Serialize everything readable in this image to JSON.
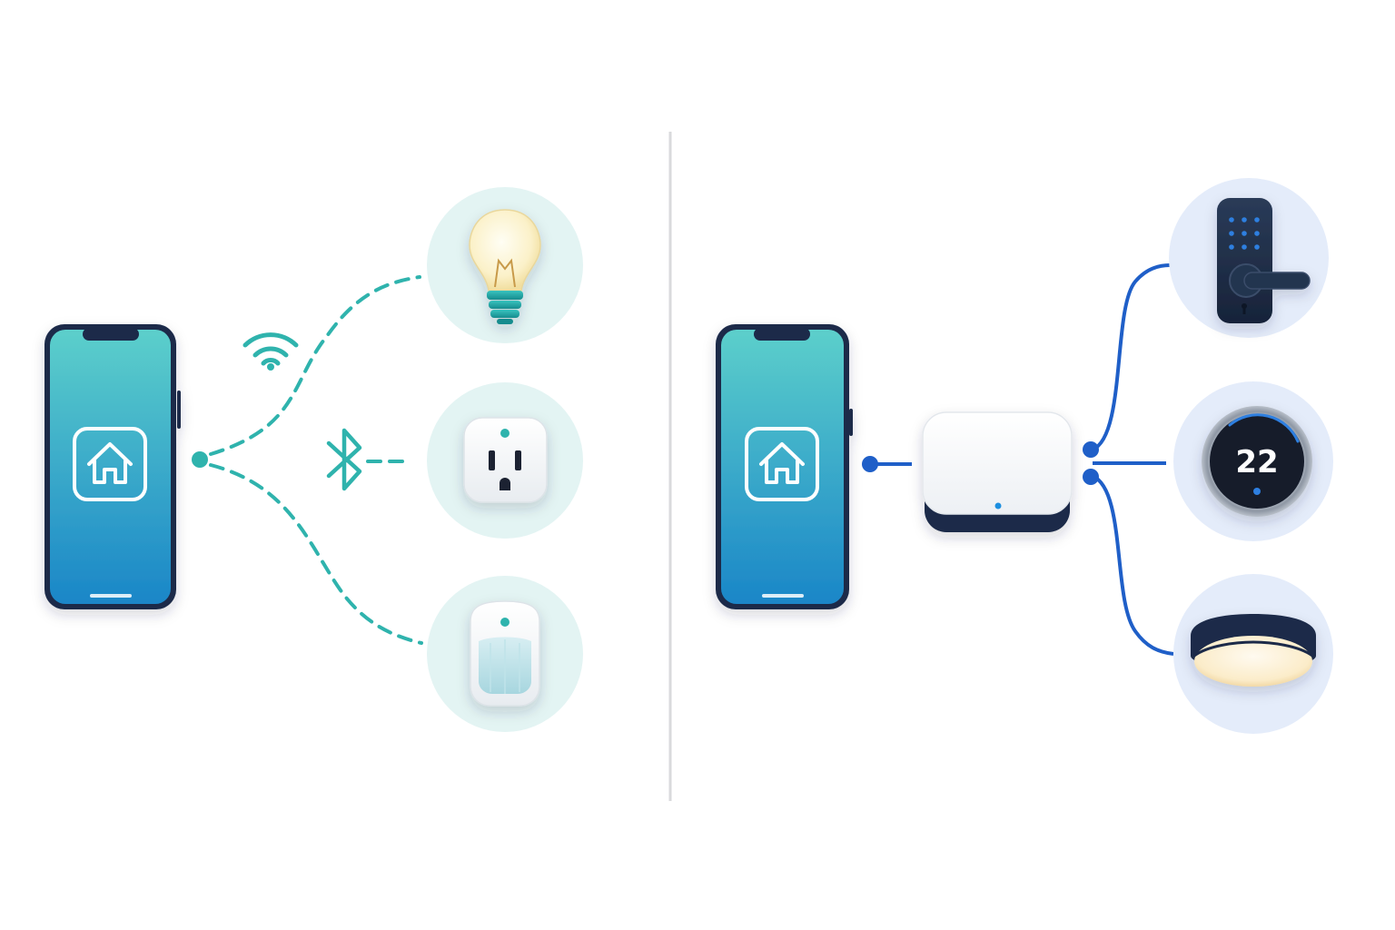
{
  "colors": {
    "background": "#ffffff",
    "divider": "#d9dadc",
    "direct_link": "#2fb3ad",
    "hub_link": "#1f5fc8",
    "direct_device_bg": "#e3f4f3",
    "hub_device_bg": "#e4ecfa",
    "phone_frame": "#1a2b4a",
    "phone_screen_top": "#5ccfcb",
    "phone_screen_bottom": "#1a86c8"
  },
  "left_panel": {
    "phone": {
      "app_icon": "home-icon"
    },
    "protocols": [
      "wifi-icon",
      "bluetooth-icon"
    ],
    "devices": [
      "light-bulb",
      "smart-plug",
      "motion-sensor"
    ]
  },
  "right_panel": {
    "phone": {
      "app_icon": "home-icon"
    },
    "hub": "smart-hub",
    "devices": [
      "smart-lock",
      "thermostat",
      "ceiling-light"
    ],
    "thermostat": {
      "temperature": "22"
    }
  }
}
